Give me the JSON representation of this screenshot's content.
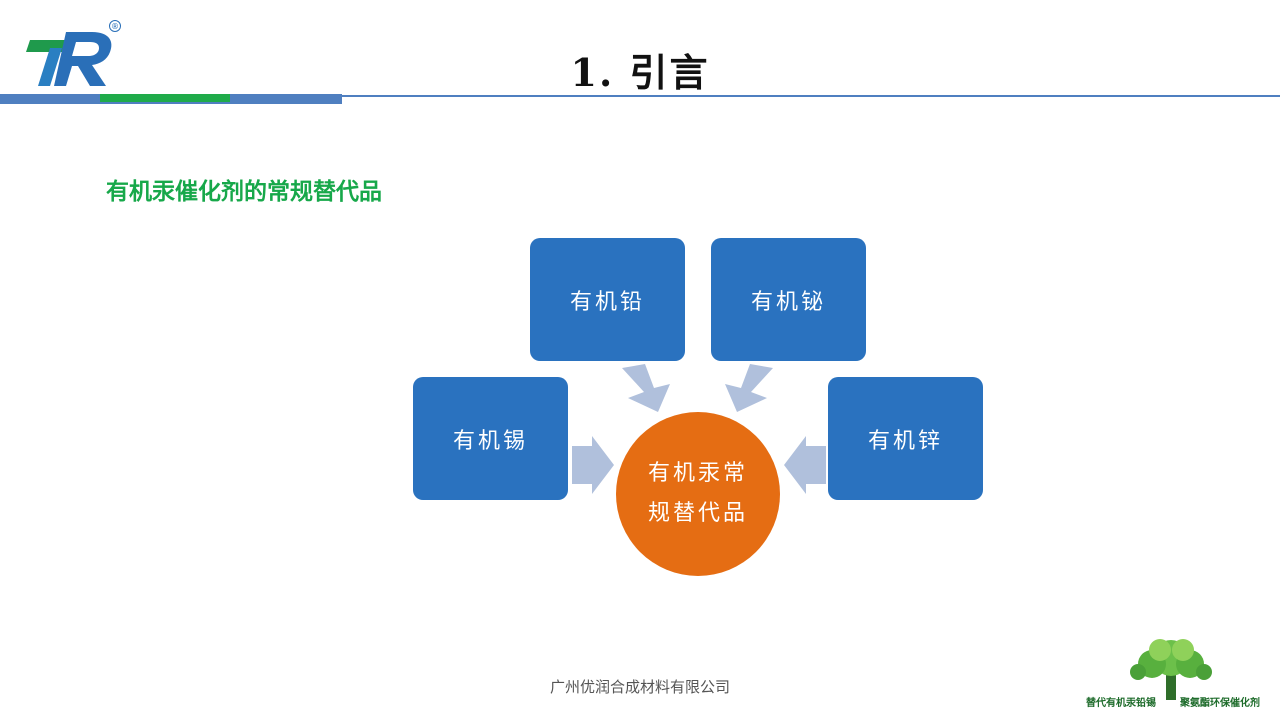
{
  "header": {
    "title": "1. 引言",
    "logo_registered_mark": "®"
  },
  "section": {
    "subtitle": "有机汞催化剂的常规替代品"
  },
  "diagram": {
    "boxes": [
      {
        "label": "有机铅"
      },
      {
        "label": "有机铋"
      },
      {
        "label": "有机锡"
      },
      {
        "label": "有机锌"
      }
    ],
    "center": {
      "label": "有机汞常规替代品"
    }
  },
  "footer": {
    "company": "广州优润合成材料有限公司",
    "tree_caption_left": "替代有机汞铅锡",
    "tree_caption_right": "聚氨酯环保催化剂"
  },
  "colors": {
    "box_blue": "#2a72bf",
    "center_orange": "#e56d13",
    "arrow": "#b0c0dc",
    "subtitle_green": "#17a84a",
    "header_bar_blue": "#4f7fc0",
    "header_bar_green": "#1fab4a"
  }
}
